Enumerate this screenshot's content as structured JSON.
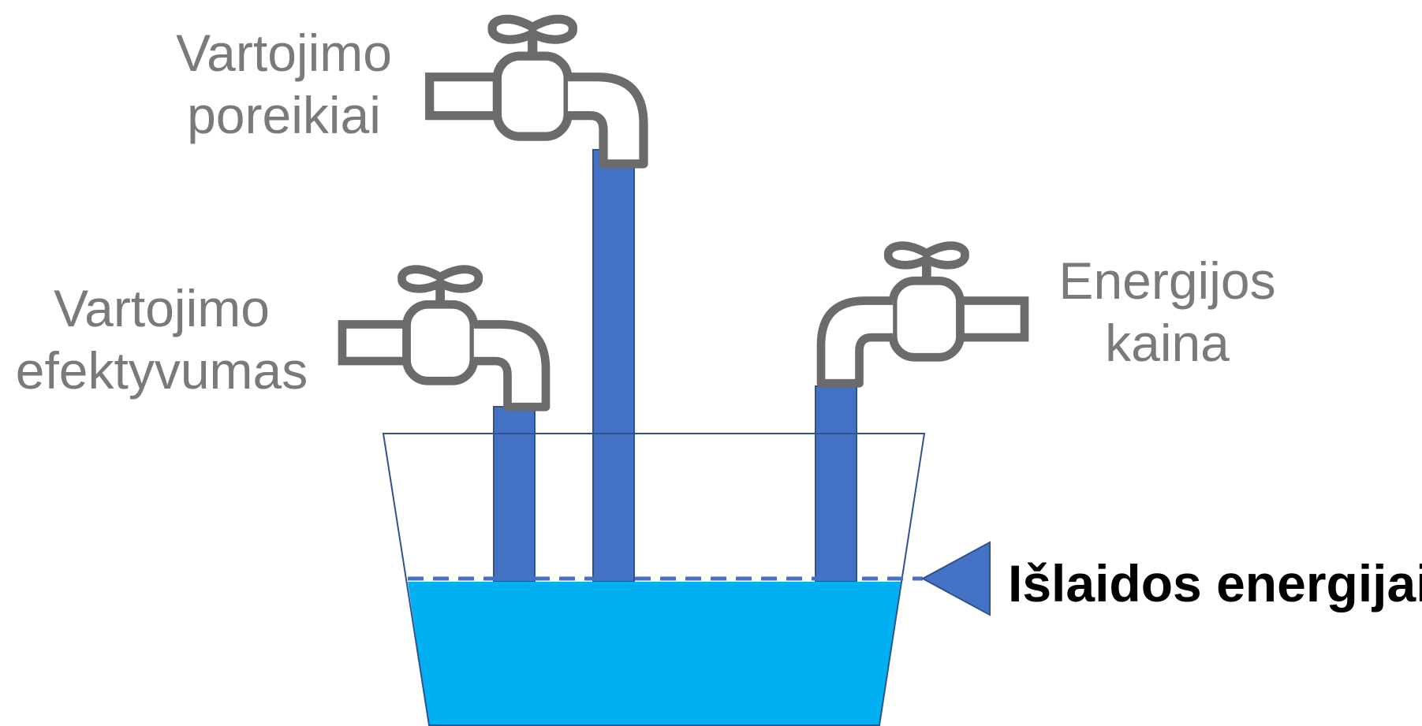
{
  "labels": {
    "consumption_needs": {
      "line1": "Vartojimo",
      "line2": "poreikiai"
    },
    "consumption_efficiency": {
      "line1": "Vartojimo",
      "line2": "efektyvumas"
    },
    "energy_price": {
      "line1": "Energijos",
      "line2": "kaina"
    },
    "energy_expenses": "Išlaidos energijai"
  },
  "colors": {
    "label_text": "#7a7a7a",
    "output_text": "#000000",
    "stream": "#4472c4",
    "stream_border": "#2f528f",
    "water": "#00b0f0",
    "bucket_outline": "#2f528f",
    "faucet": "#6b6b6b",
    "pointer": "#4472c4"
  },
  "icons": {
    "faucets": [
      "faucet-icon",
      "faucet-icon",
      "faucet-icon"
    ],
    "pointer": "triangle-pointer-icon"
  }
}
